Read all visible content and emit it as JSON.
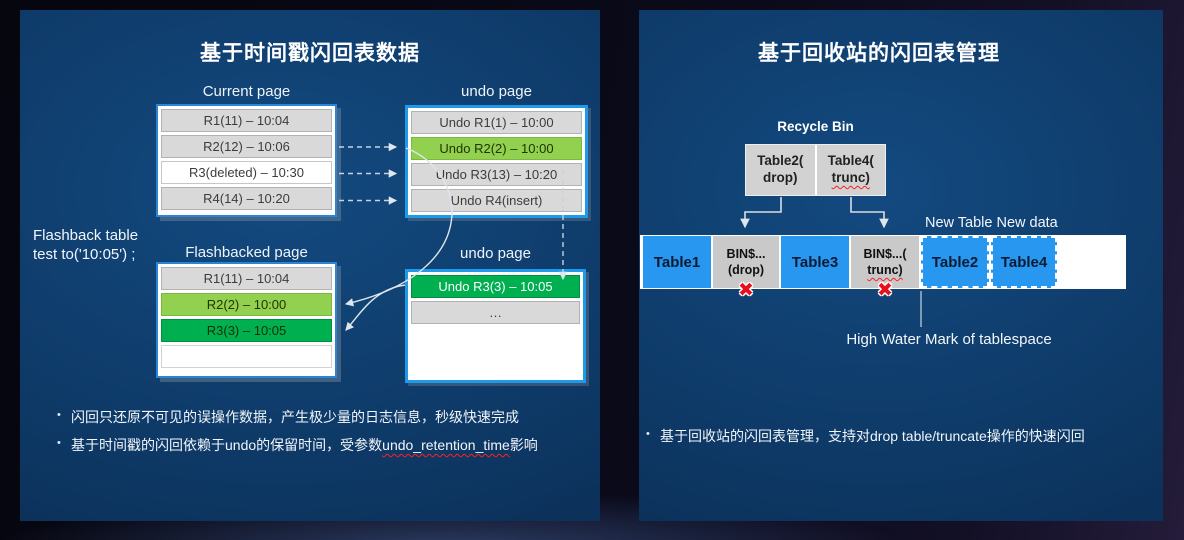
{
  "left": {
    "title": "基于时间戳闪回表数据",
    "command_line1": "Flashback table",
    "command_line2": "test to('10:05') ;",
    "current_page": {
      "label": "Current page",
      "rows": [
        "R1(11) – 10:04",
        "R2(12) – 10:06",
        "R3(deleted) – 10:30",
        "R4(14) – 10:20"
      ]
    },
    "undo_page_1": {
      "label": "undo page",
      "rows": [
        "Undo R1(1) – 10:00",
        "Undo R2(2) – 10:00",
        "Undo R3(13) – 10:20",
        "Undo R4(insert)"
      ]
    },
    "flashbacked_page": {
      "label": "Flashbacked page",
      "rows": [
        "R1(11) – 10:04",
        "R2(2) – 10:00",
        "R3(3) – 10:05"
      ]
    },
    "undo_page_2": {
      "label": "undo page",
      "rows": [
        "Undo R3(3) – 10:05",
        "…"
      ]
    },
    "bullets": {
      "b1": "闪回只还原不可见的误操作数据，产生极少量的日志信息，秒级快速完成",
      "b2_pre": "基于时间戳的闪回依赖于undo的保留时间，受参数",
      "b2_param": "undo_retention_time",
      "b2_post": "影响"
    }
  },
  "right": {
    "title": "基于回收站的闪回表管理",
    "recycle_bin": {
      "label": "Recycle Bin",
      "item1_line1": "Table2(",
      "item1_line2": "drop)",
      "item2_line1": "Table4(",
      "item2_line2": "trunc)"
    },
    "tablespace": {
      "cell_table1": "Table1",
      "cell_bin_drop_line1": "BIN$...",
      "cell_bin_drop_line2": "(drop)",
      "cell_table3": "Table3",
      "cell_bin_trunc_line1": "BIN$...(",
      "cell_bin_trunc_line2": "trunc)",
      "cell_table2": "Table2",
      "cell_table4": "Table4",
      "x_mark": "✖",
      "new_table_label": "New Table New data",
      "hwm_label": "High Water Mark of tablespace"
    },
    "bullet": "基于回收站的闪回表管理，支持对drop table/truncate操作的快速闪回"
  },
  "colors": {
    "panel_blue_light": "#134a80",
    "panel_blue_dark": "#0a2c52",
    "table_border_blue": "#2b84d4",
    "undo_border_blue": "#1e9ae8",
    "row_gray": "#d9d9d9",
    "green_light": "#92d050",
    "green_dark": "#00b050",
    "cell_blue": "#2797f0",
    "cell_gray": "#c9c9c9",
    "x_red": "#e8101e",
    "wavy_red": "#ff2020"
  }
}
